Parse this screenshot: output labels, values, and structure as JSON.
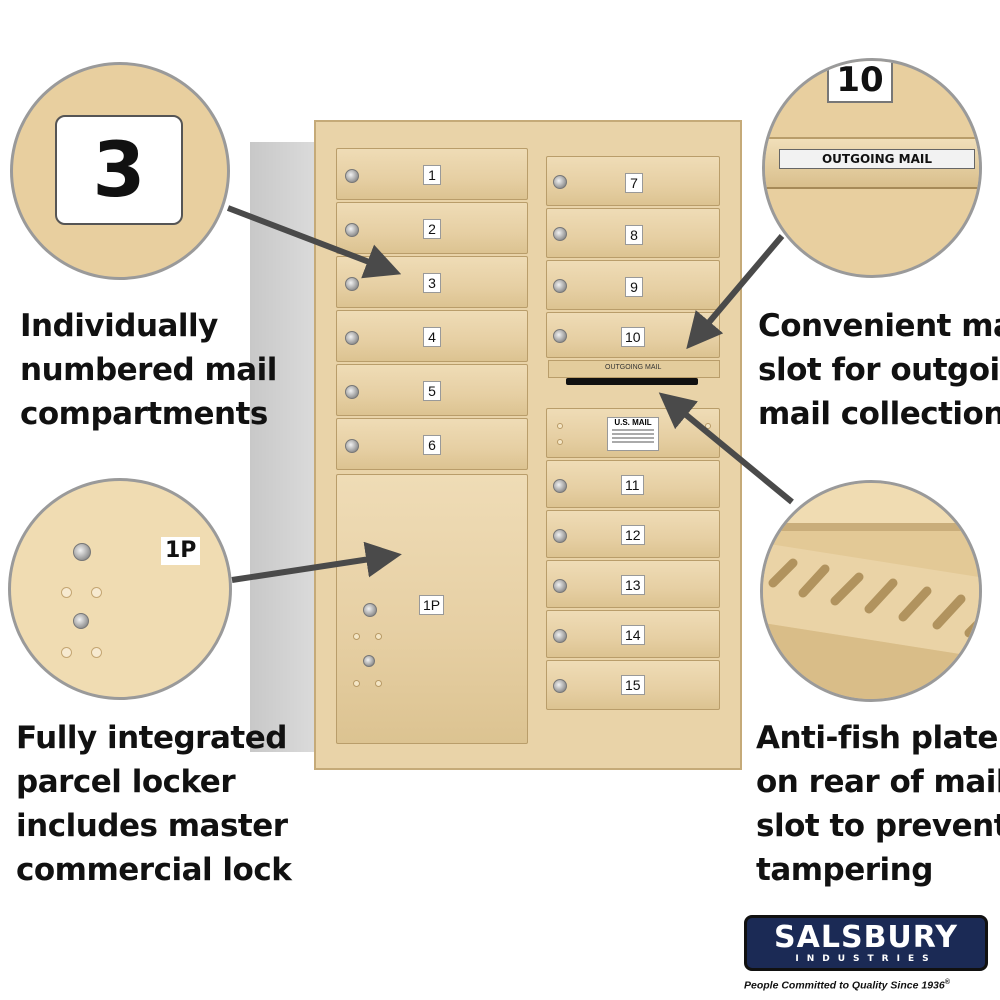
{
  "left_captions": {
    "compartments": [
      "Individually",
      "numbered mail",
      "compartments"
    ],
    "parcel": [
      "Fully integrated",
      "parcel locker",
      "includes master",
      "commercial lock"
    ]
  },
  "right_captions": {
    "outgoing": [
      "Convenient mail",
      "slot for outgoing",
      "mail collection"
    ],
    "antifish": [
      "Anti-fish plate",
      "on rear of mail",
      "slot to prevent",
      "tampering"
    ]
  },
  "callouts": {
    "number_zoom": "3",
    "outgoing_zoom_number": "10",
    "outgoing_zoom_label": "OUTGOING MAIL",
    "parcel_zoom_label": "1P"
  },
  "mailbox": {
    "left_doors": [
      "1",
      "2",
      "3",
      "4",
      "5",
      "6"
    ],
    "parcel_label": "1P",
    "right_doors_top": [
      "7",
      "8",
      "9",
      "10"
    ],
    "outgoing_label": "OUTGOING MAIL",
    "usmail_title": "U.S. MAIL",
    "right_doors_bottom": [
      "11",
      "12",
      "13",
      "14",
      "15"
    ]
  },
  "brand": {
    "name": "SALSBURY",
    "subtitle": "INDUSTRIES",
    "tagline": "People Committed to Quality Since 1936",
    "registered": "®"
  },
  "colors": {
    "tan": "#e8cf9f",
    "arrow": "#4a4a4a",
    "logo_bg": "#1b2a55"
  }
}
